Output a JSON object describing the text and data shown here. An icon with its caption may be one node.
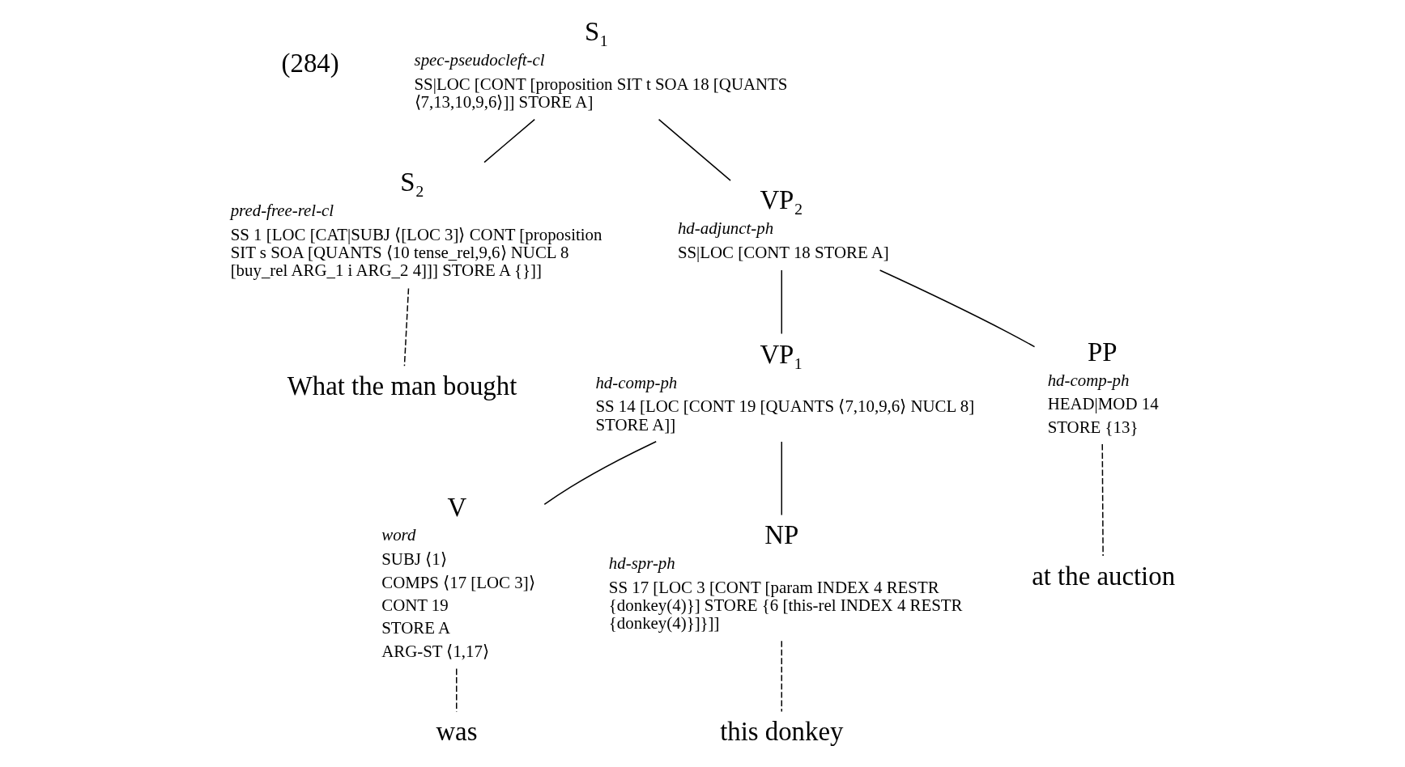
{
  "diagram": {
    "nodes": [
      {
        "text": [
          "S₁",
          "spec-pseudocleft-cl",
          "SS|LOC [CONT [proposition SIT t SOA 18 [QUANTS ⟨7,13,10,9,6⟩]] STORE A]"
        ]
      },
      {
        "text": [
          "S₂",
          "pred-free-rel-cl",
          "SS 1 [LOC [CAT|SUBJ ⟨[LOC 3]⟩ CONT [proposition SIT s SOA [QUANTS ⟨10 tense_rel,9,6⟩ NUCL 8 [buy_rel ARG_1 i ARG_2 4]]] STORE A {}]]"
        ]
      },
      {
        "text": [
          "VP₂",
          "hd-adjunct-ph",
          "SS|LOC [CONT 18 STORE A]"
        ]
      },
      {
        "text": [
          "What the man bought"
        ]
      },
      {
        "text": [
          "VP₁",
          "hd-comp-ph",
          "SS 14 [LOC [CONT 19 [QUANTS ⟨7,10,9,6⟩ NUCL 8] STORE A]]"
        ]
      },
      {
        "text": [
          "PP",
          "hd-comp-ph",
          "HEAD|MOD 14",
          "STORE {13}"
        ]
      },
      {
        "text": [
          "at the auction"
        ]
      },
      {
        "text": [
          "V",
          "word",
          "SUBJ ⟨1⟩",
          "COMPS ⟨17 [LOC 3]⟩",
          "CONT 19",
          "STORE A",
          "ARG-ST ⟨1,17⟩"
        ]
      },
      {
        "text": [
          "NP",
          "hd-spr-ph",
          "SS 17 [LOC 3 [CONT [param INDEX 4 RESTR {donkey(4)}] STORE {6 [this-rel INDEX 4 RESTR {donkey(4)}]}]]"
        ]
      },
      {
        "text": [
          "was"
        ]
      },
      {
        "text": [
          "this donkey"
        ]
      }
    ],
    "edges": [
      {
        "from": 0,
        "to": 1,
        "arrow": "none"
      },
      {
        "from": 0,
        "to": 2,
        "arrow": "none"
      },
      {
        "from": 1,
        "to": 3,
        "arrow": "none",
        "style": "dashed"
      },
      {
        "from": 2,
        "to": 4,
        "arrow": "none"
      },
      {
        "from": 2,
        "to": 5,
        "arrow": "none"
      },
      {
        "from": 5,
        "to": 6,
        "arrow": "none",
        "style": "dashed"
      },
      {
        "from": 4,
        "to": 7,
        "arrow": "none"
      },
      {
        "from": 4,
        "to": 8,
        "arrow": "none"
      },
      {
        "from": 7,
        "to": 9,
        "arrow": "none",
        "style": "dashed"
      },
      {
        "from": 8,
        "to": 10,
        "arrow": "none",
        "style": "dashed"
      }
    ],
    "labels": [
      "(284)"
    ]
  }
}
